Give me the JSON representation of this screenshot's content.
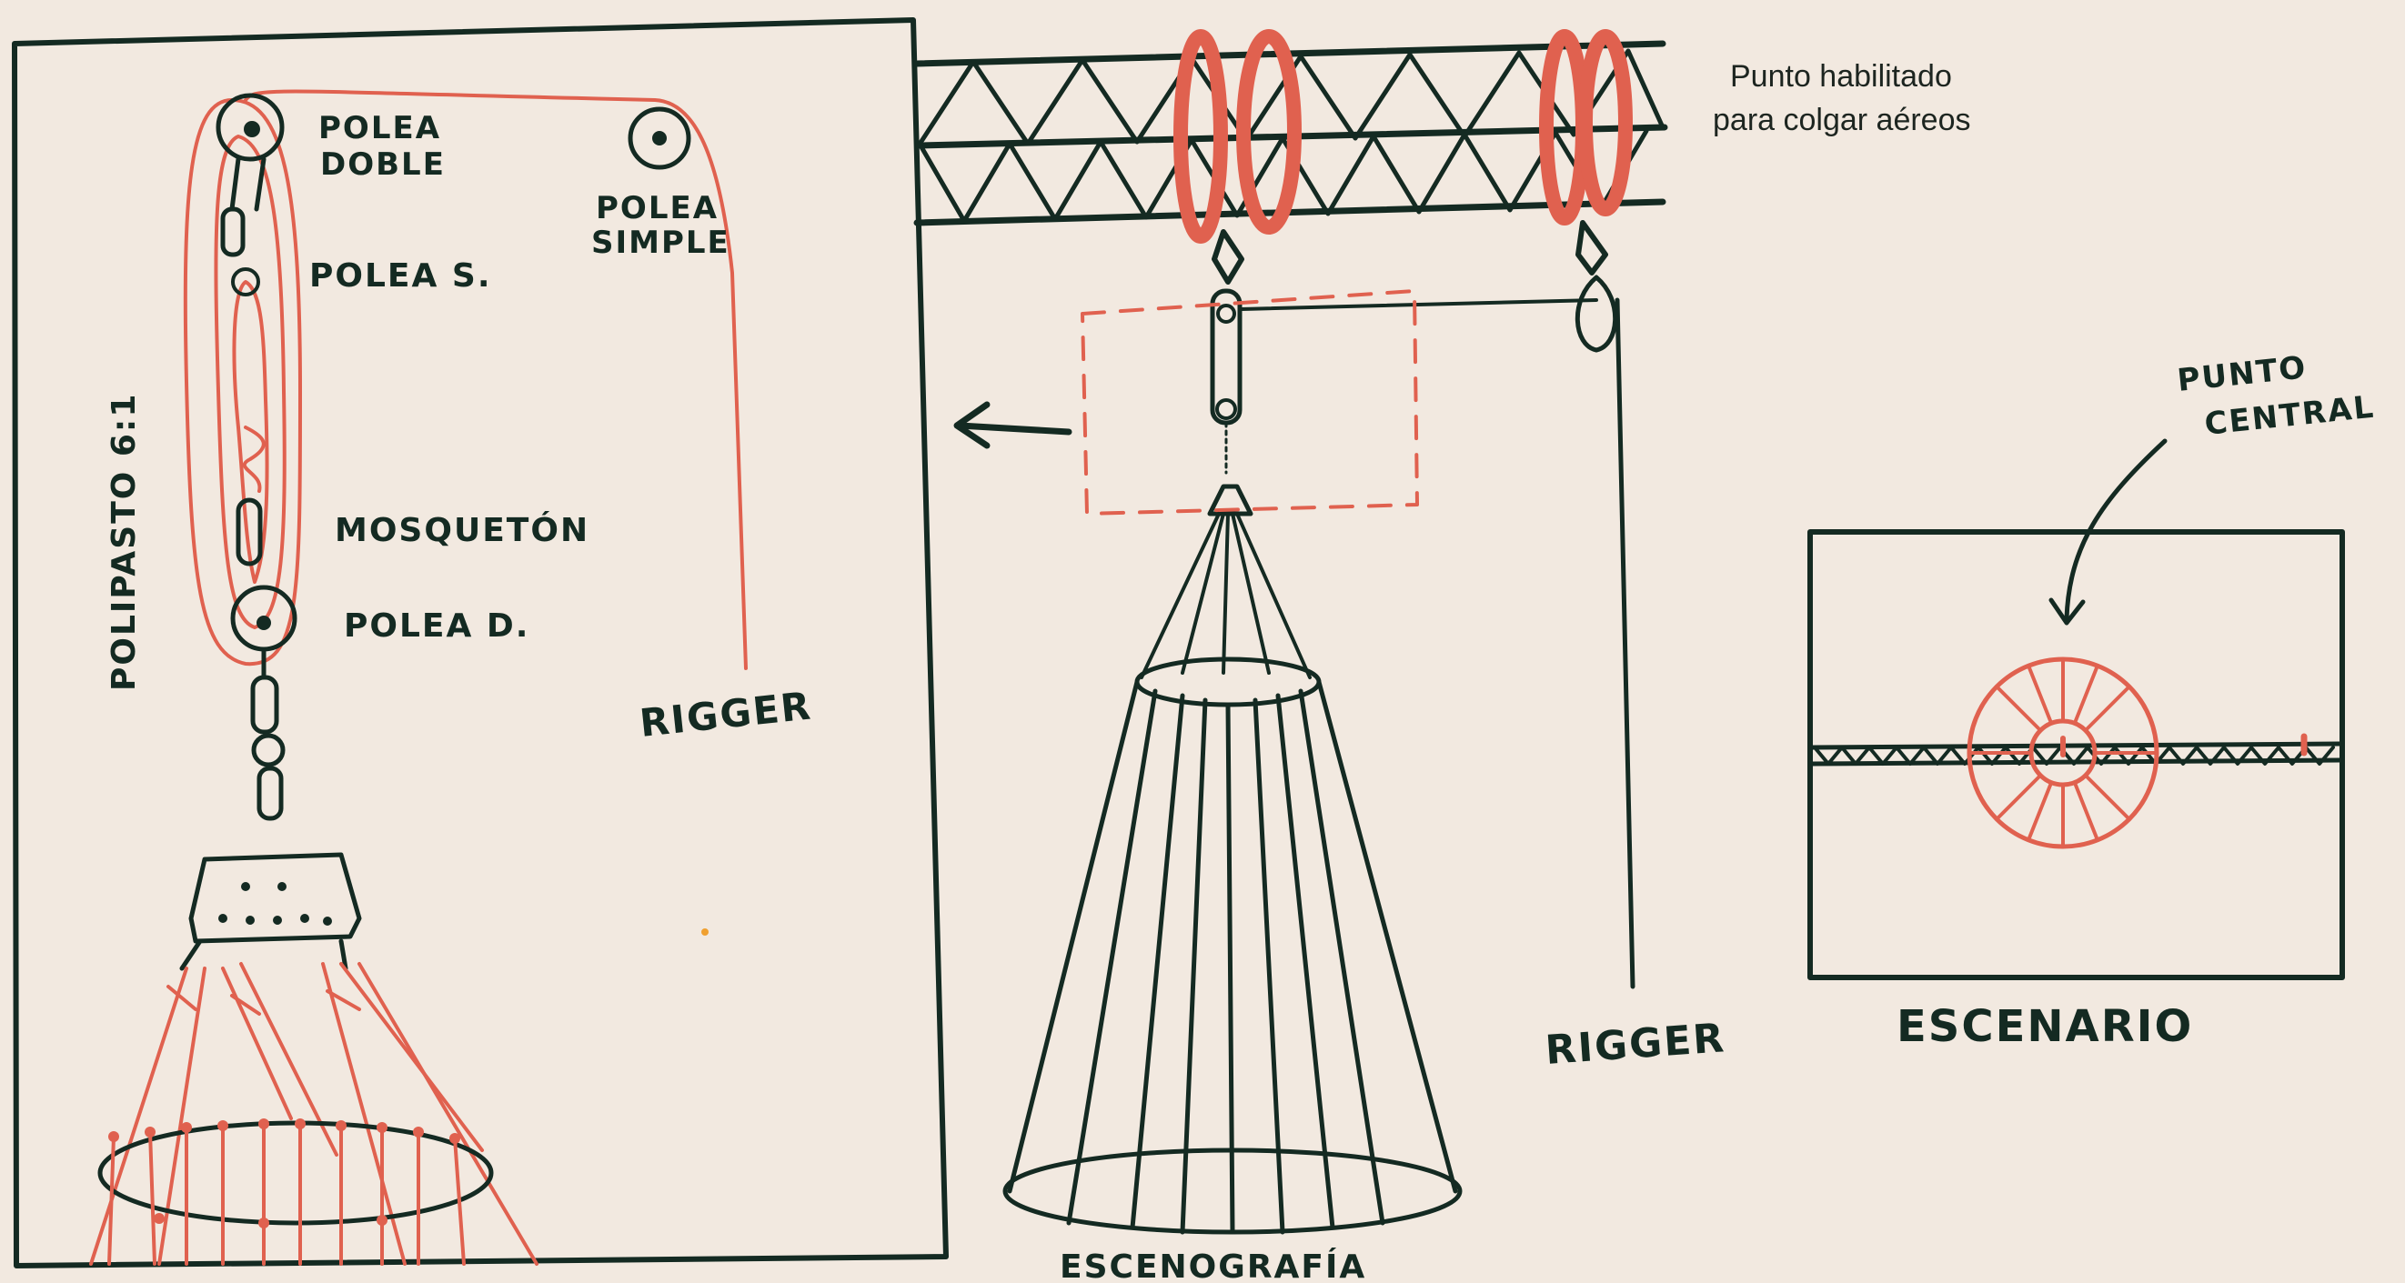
{
  "labels": {
    "polea_doble_1": "POLEA",
    "polea_doble_2": "DOBLE",
    "polea_simple_1": "POLEA",
    "polea_simple_2": "SIMPLE",
    "polea_s": "POLEA S.",
    "mosqueton": "MOSQUETÓN",
    "polea_d": "POLEA D.",
    "polipasto": "POLIPASTO   6:1",
    "rigger_detail": "RIGGER",
    "rigger_main": "RIGGER",
    "escenografia": "ESCENOGRAFÍA",
    "escenario": "ESCENARIO",
    "punto_central_1": "PUNTO",
    "punto_central_2": "CENTRAL",
    "note_line1": "Punto habilitado",
    "note_line2": "para colgar aéreos"
  },
  "colors": {
    "background": "#f2e9e0",
    "ink": "#142a22",
    "accent": "#e0614f"
  }
}
